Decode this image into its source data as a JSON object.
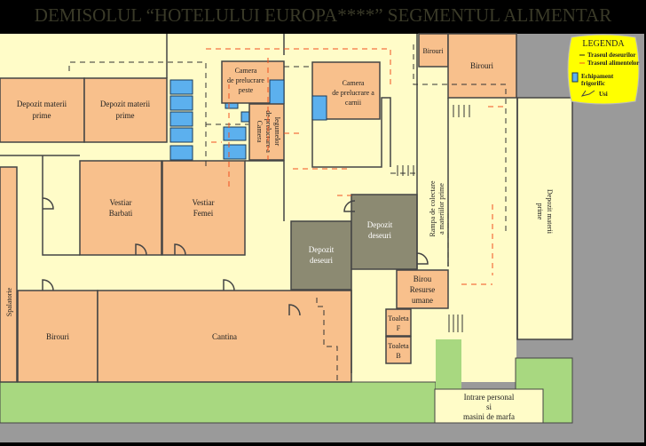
{
  "title": "DEMISOLUL “HOTELULUI EUROPA****” SEGMENTUL ALIMENTAR",
  "rooms": {
    "depozit1": [
      "Depozit materii",
      "prime"
    ],
    "depozit2": [
      "Depozit materii",
      "prime"
    ],
    "peste": [
      "Camera",
      "de prelucrare",
      "peste"
    ],
    "legume": [
      "Camera",
      "de prelucrare a",
      "legumelor"
    ],
    "carne": [
      "Camera",
      "de prelucrare a",
      "carnii"
    ],
    "vestiar_b": [
      "Vestiar",
      "Barbati"
    ],
    "vestiar_f": [
      "Vestiar",
      "Femei"
    ],
    "deseuri1": [
      "Depozit",
      "deseuri"
    ],
    "deseuri2": [
      "Depozit",
      "deseuri"
    ],
    "birou_rh": [
      "Birou",
      "Resurse",
      "umane"
    ],
    "toaleta_f": [
      "Toaleta",
      "F"
    ],
    "toaleta_b": [
      "Toaleta",
      "B"
    ],
    "birouri_jos": "Birouri",
    "cantina": "Cantina",
    "spalatorie": "Spalatorie",
    "birouri_sus_mic": "Birouri",
    "birouri_sus": "Birouri",
    "depozit_dreapta": [
      "Depozit materii",
      "prime"
    ],
    "rampa": [
      "Rampa de colectare",
      "a materiilor prime"
    ],
    "intrare": [
      "Intrare personal",
      "si",
      "masini de marfa"
    ]
  },
  "legend": {
    "title": "LEGENDA",
    "items": [
      "Traseul deseurilor",
      "Traseul alimentelor",
      "Echipament",
      "frigorific",
      "Usi"
    ],
    "colors": {
      "deseuri": "#222222",
      "alimente": "#f05020",
      "frigorific": "#5cb0ee",
      "background": "#ffff00"
    }
  }
}
